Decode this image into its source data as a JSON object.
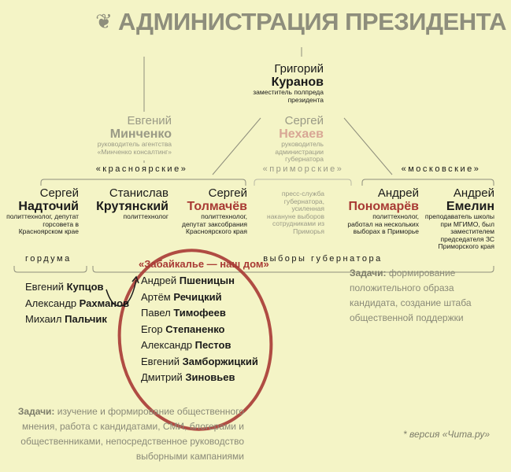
{
  "header": {
    "title": "АДМИНИСТРАЦИЯ ПРЕЗИДЕНТА",
    "logo_icon": "double-headed-eagle-icon"
  },
  "top": {
    "first": "Григорий",
    "last": "Куранов",
    "role": "заместитель полпреда президента"
  },
  "second_row": [
    {
      "first": "Евгений",
      "last": "Минченко",
      "role": "руководитель агентства «Минченко консалтинг»"
    },
    {
      "first": "Сергей",
      "last": "Нехаев",
      "role": "руководитель администрации губернатора"
    }
  ],
  "groups": [
    {
      "label": "«красноярские»"
    },
    {
      "label": "«приморские»"
    },
    {
      "label": "«московские»"
    }
  ],
  "people": [
    {
      "first": "Сергей",
      "last": "Надточий",
      "role": "политтехнолог, депутат горсовета в Красноярском крае"
    },
    {
      "first": "Станислав",
      "last": "Крутянский",
      "role": "политтехнолог"
    },
    {
      "first": "Сергей",
      "last": "Толмачёв",
      "role": "политтехнолог, депутат заксобрания Красноярского края"
    },
    {
      "role": "пресс-служба губернатора, усиленная накануне выборов сотрудниками из Приморья"
    },
    {
      "first": "Андрей",
      "last": "Пономарёв",
      "role": "политтехнолог, работал на нескольких выборах в Приморье"
    },
    {
      "first": "Андрей",
      "last": "Емелин",
      "role": "преподаватель школы при МГИМО, был заместителем председателя ЗС Приморского края"
    }
  ],
  "sections": {
    "gorduma": "гордума",
    "elections": "выборы губернатора"
  },
  "gorduma_list": [
    {
      "first": "Евгений",
      "last": "Купцов"
    },
    {
      "first": "Александр",
      "last": "Рахманов"
    },
    {
      "first": "Михаил",
      "last": "Пальчик"
    }
  ],
  "party": {
    "title": "«Забайкалье — наш дом»",
    "members": [
      {
        "first": "Андрей",
        "last": "Пшеницын"
      },
      {
        "first": "Артём",
        "last": "Речицкий"
      },
      {
        "first": "Павел",
        "last": "Тимофеев"
      },
      {
        "first": "Егор",
        "last": "Степаненко"
      },
      {
        "first": "Александр",
        "last": "Пестов"
      },
      {
        "first": "Евгений",
        "last": "Замборжицкий"
      },
      {
        "first": "Дмитрий",
        "last": "Зиновьев"
      }
    ]
  },
  "tasks_right": {
    "label": "Задачи:",
    "text": "формирование положительного образа кандидата, создание штаба общественной поддержки"
  },
  "tasks_bottom": {
    "label": "Задачи:",
    "text": "изучение и формирование общественного мнения, работа с кандидатами, СМИ, блогерами и общественниками, непосредственное руководство выборными кампаниями"
  },
  "footnote": "* версия «Чита.ру»",
  "colors": {
    "background": "#f4f4c6",
    "accent_red": "#a83a34",
    "grey": "#8e8e7c"
  }
}
